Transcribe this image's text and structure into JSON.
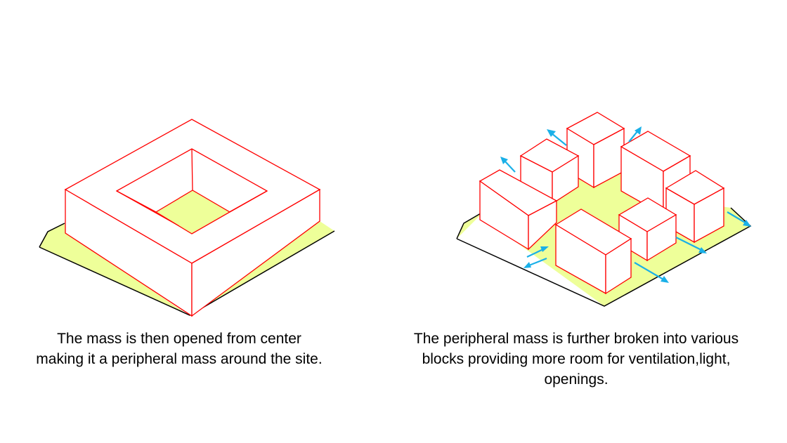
{
  "panels": [
    {
      "id": "left",
      "caption_lines": [
        "The mass is then opened from center",
        "making it a peripheral mass around the site."
      ]
    },
    {
      "id": "right",
      "caption_lines": [
        "The peripheral mass is further broken into various",
        "blocks providing more room for ventilation,light,",
        "openings."
      ]
    }
  ],
  "colors": {
    "site": "#eeff99",
    "edge": "#ff0000",
    "outline": "#000000",
    "arrow": "#1ab0e8",
    "block_fill": "#ffffff"
  }
}
